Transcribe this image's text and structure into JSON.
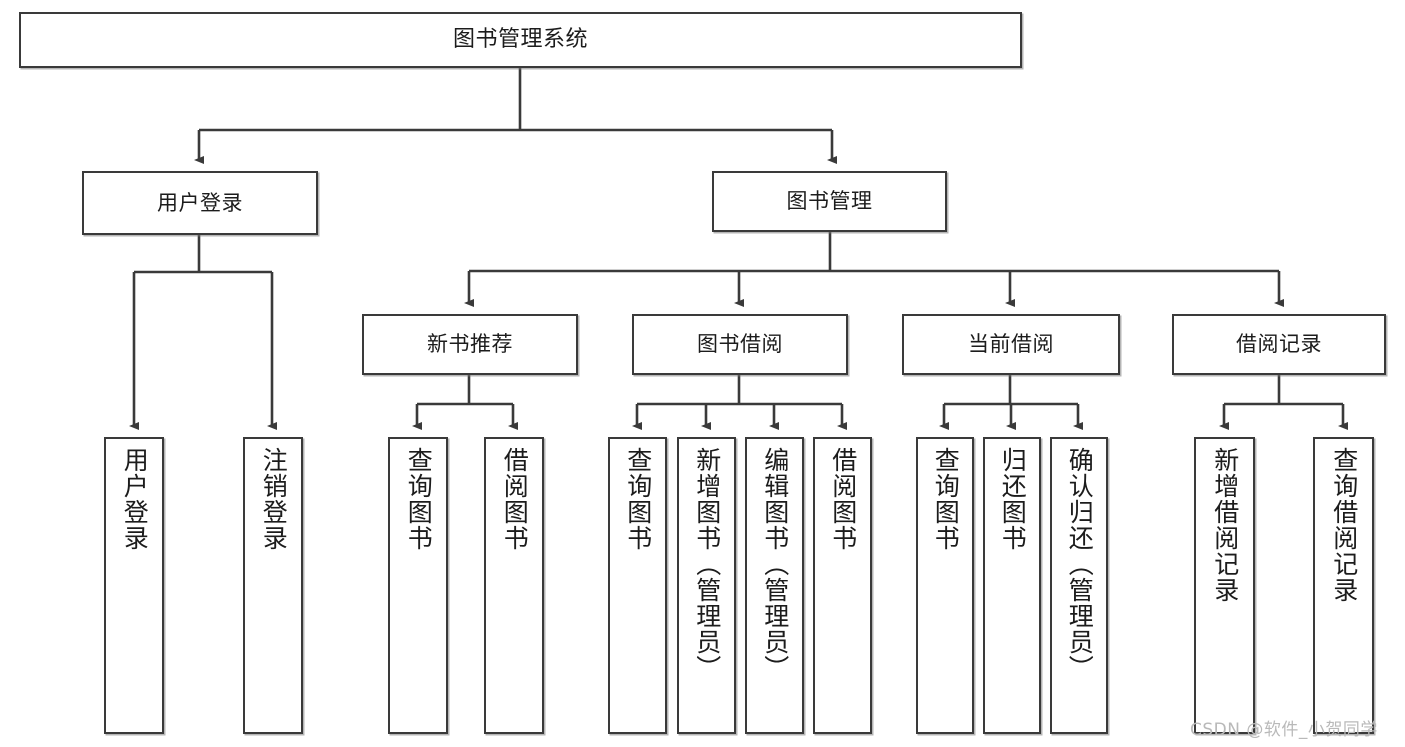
{
  "diagram": {
    "title": "图书管理系统",
    "type": "tree-hierarchy-diagram",
    "background_color": "#ffffff",
    "stroke_color": "#3a3a3a",
    "text_color": "#1c1c1c",
    "watermark": "CSDN @软件_小贺同学",
    "watermark_color": "#b9b9b9"
  },
  "nodes": {
    "root": {
      "label": "图书管理系统",
      "level": 0
    },
    "level1": [
      {
        "id": "user_login",
        "label": "用户登录"
      },
      {
        "id": "book_manage",
        "label": "图书管理"
      }
    ],
    "level2": [
      {
        "id": "new_book_rec",
        "label": "新书推荐"
      },
      {
        "id": "book_borrow",
        "label": "图书借阅"
      },
      {
        "id": "current_borrow",
        "label": "当前借阅"
      },
      {
        "id": "borrow_record",
        "label": "借阅记录"
      }
    ],
    "leaves": {
      "user_login": [
        {
          "id": "leaf_user_login",
          "label": "用户登录"
        },
        {
          "id": "leaf_logout",
          "label": "注销登录"
        }
      ],
      "new_book_rec": [
        {
          "id": "leaf_query_book_1",
          "label": "查询图书"
        },
        {
          "id": "leaf_borrow_book_1",
          "label": "借阅图书"
        }
      ],
      "book_borrow": [
        {
          "id": "leaf_query_book_2",
          "label": "查询图书"
        },
        {
          "id": "leaf_add_book",
          "label": "新增图书（管理员）"
        },
        {
          "id": "leaf_edit_book",
          "label": "编辑图书（管理员）"
        },
        {
          "id": "leaf_borrow_book_2",
          "label": "借阅图书"
        }
      ],
      "current_borrow": [
        {
          "id": "leaf_query_book_3",
          "label": "查询图书"
        },
        {
          "id": "leaf_return_book",
          "label": "归还图书"
        },
        {
          "id": "leaf_confirm_return",
          "label": "确认归还（管理员）"
        }
      ],
      "borrow_record": [
        {
          "id": "leaf_add_record",
          "label": "新增借阅记录"
        },
        {
          "id": "leaf_query_record",
          "label": "查询借阅记录"
        }
      ]
    }
  }
}
